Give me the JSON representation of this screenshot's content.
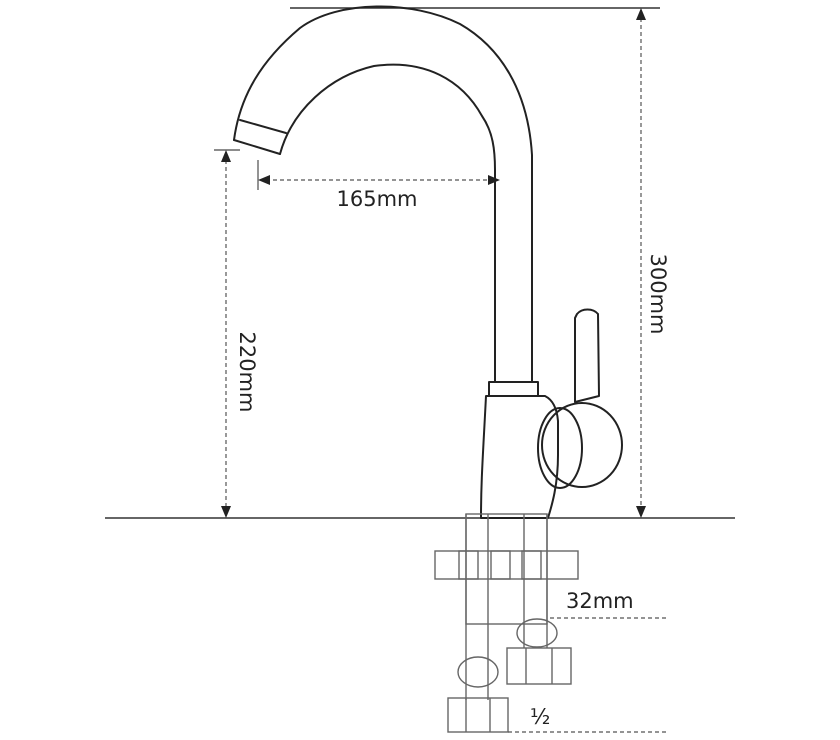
{
  "dimensions": {
    "spout_reach": "165mm",
    "total_height": "300mm",
    "spout_height": "220mm",
    "pipe_size": "32mm",
    "thread": "½"
  }
}
